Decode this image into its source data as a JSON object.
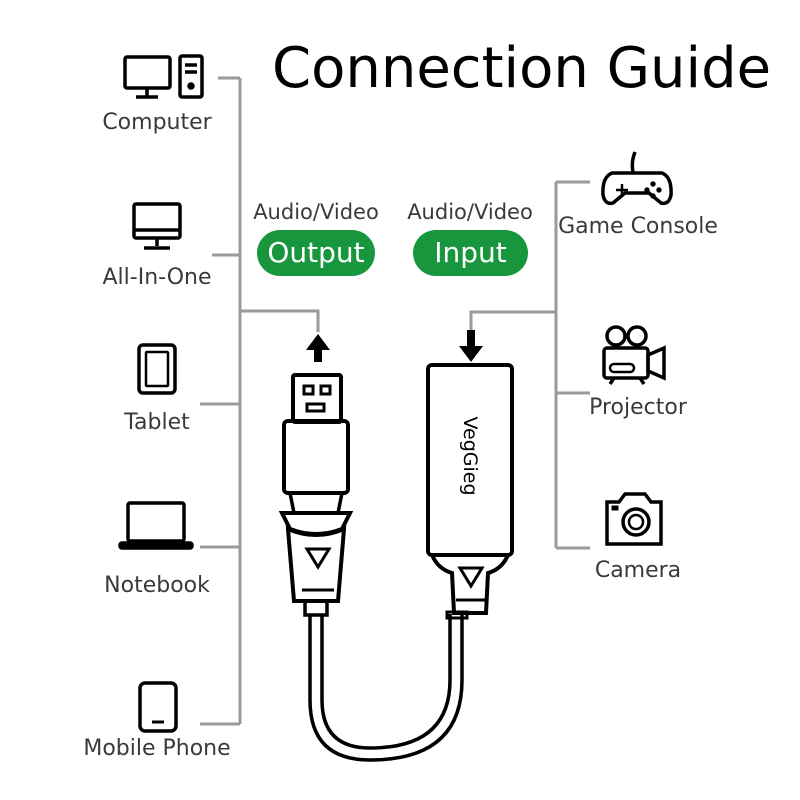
{
  "title": "Connection Guide",
  "output": {
    "caption": "Audio/Video",
    "badge": "Output"
  },
  "input": {
    "caption": "Audio/Video",
    "badge": "Input"
  },
  "brand": "VegGieg",
  "left_devices": [
    {
      "label": "Computer",
      "icon": "computer-icon"
    },
    {
      "label": "All-In-One",
      "icon": "all-in-one-icon"
    },
    {
      "label": "Tablet",
      "icon": "tablet-icon"
    },
    {
      "label": "Notebook",
      "icon": "notebook-icon"
    },
    {
      "label": "Mobile Phone",
      "icon": "mobile-phone-icon"
    }
  ],
  "right_devices": [
    {
      "label": "Game Console",
      "icon": "game-console-icon"
    },
    {
      "label": "Projector",
      "icon": "projector-icon"
    },
    {
      "label": "Camera",
      "icon": "camera-icon"
    }
  ],
  "colors": {
    "badge": "#18963e",
    "line": "#9a9a9a",
    "ink": "#000000",
    "text": "#3a3a3a"
  }
}
